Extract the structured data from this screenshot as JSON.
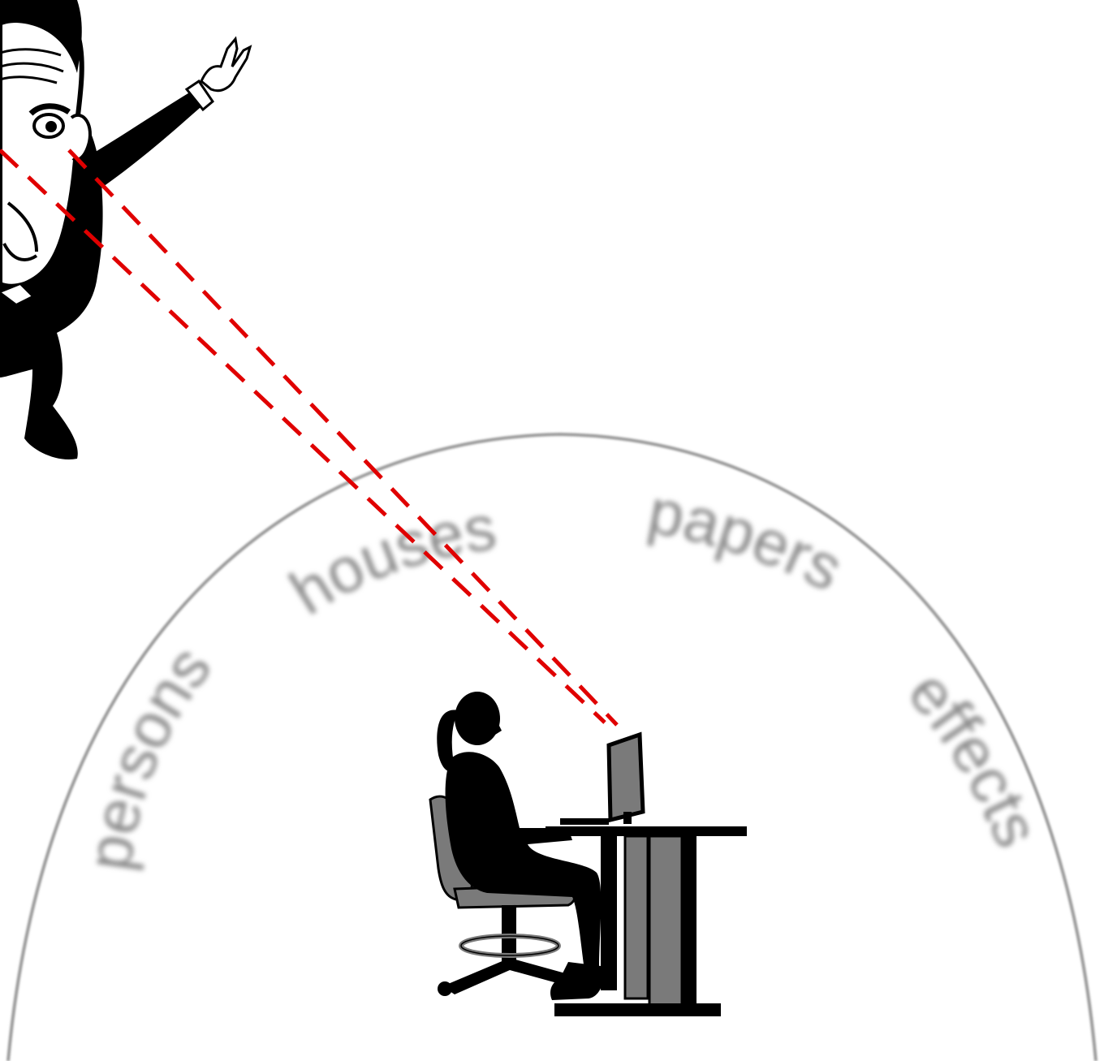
{
  "scene": {
    "privacy_words": {
      "persons": "persons",
      "houses": "houses",
      "papers": "papers",
      "effects": "effects"
    },
    "colors": {
      "gaze_line": "#e00000",
      "boundary": "#9a9a9a",
      "word": "#8a8a8a",
      "silhouette": "#000000",
      "furniture_gray": "#7a7a7a"
    },
    "icons": {
      "caricature": "caricature-figure-peace-sign",
      "worker": "woman-at-computer-desk-silhouette"
    }
  }
}
